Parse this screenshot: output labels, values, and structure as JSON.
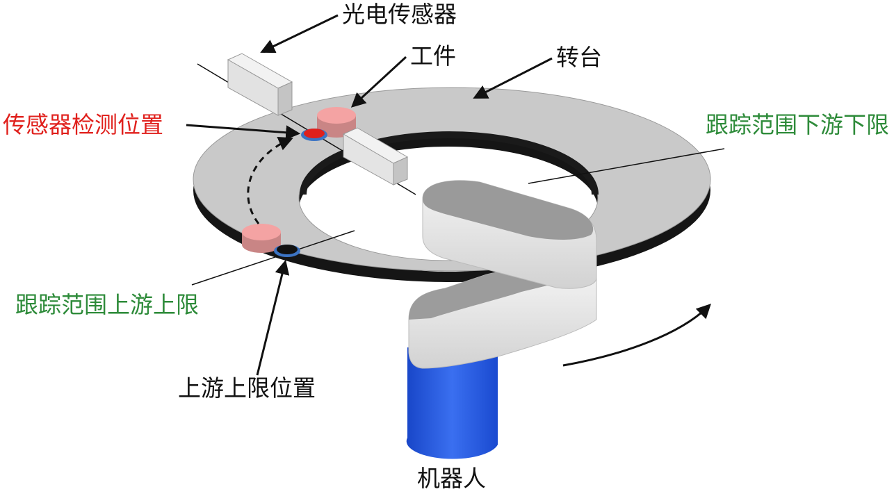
{
  "labels": {
    "photoelectric_sensor": "光电传感器",
    "workpiece": "工件",
    "turntable": "转台",
    "sensor_detect_position": "传感器检测位置",
    "tracking_downstream_limit": "跟踪范围下游下限",
    "tracking_upstream_limit": "跟踪范围上游上限",
    "upstream_limit_position": "上游上限位置",
    "robot": "机器人"
  },
  "colors": {
    "turntable": "#c8c8c8",
    "turntable_edge": "#1a1a1a",
    "workpiece": "#f4a3a3",
    "workpiece_side": "#c98585",
    "sensor": "#e6e6e6",
    "robot_arm": "#e8e8e8",
    "robot_base": "#2a5fe0",
    "detect_marker": "#e0201c",
    "upstream_marker": "#111111",
    "marker_ring": "#3c74c4",
    "text_black": "#111111",
    "text_red": "#e0201c",
    "text_green": "#2e8b3a"
  }
}
